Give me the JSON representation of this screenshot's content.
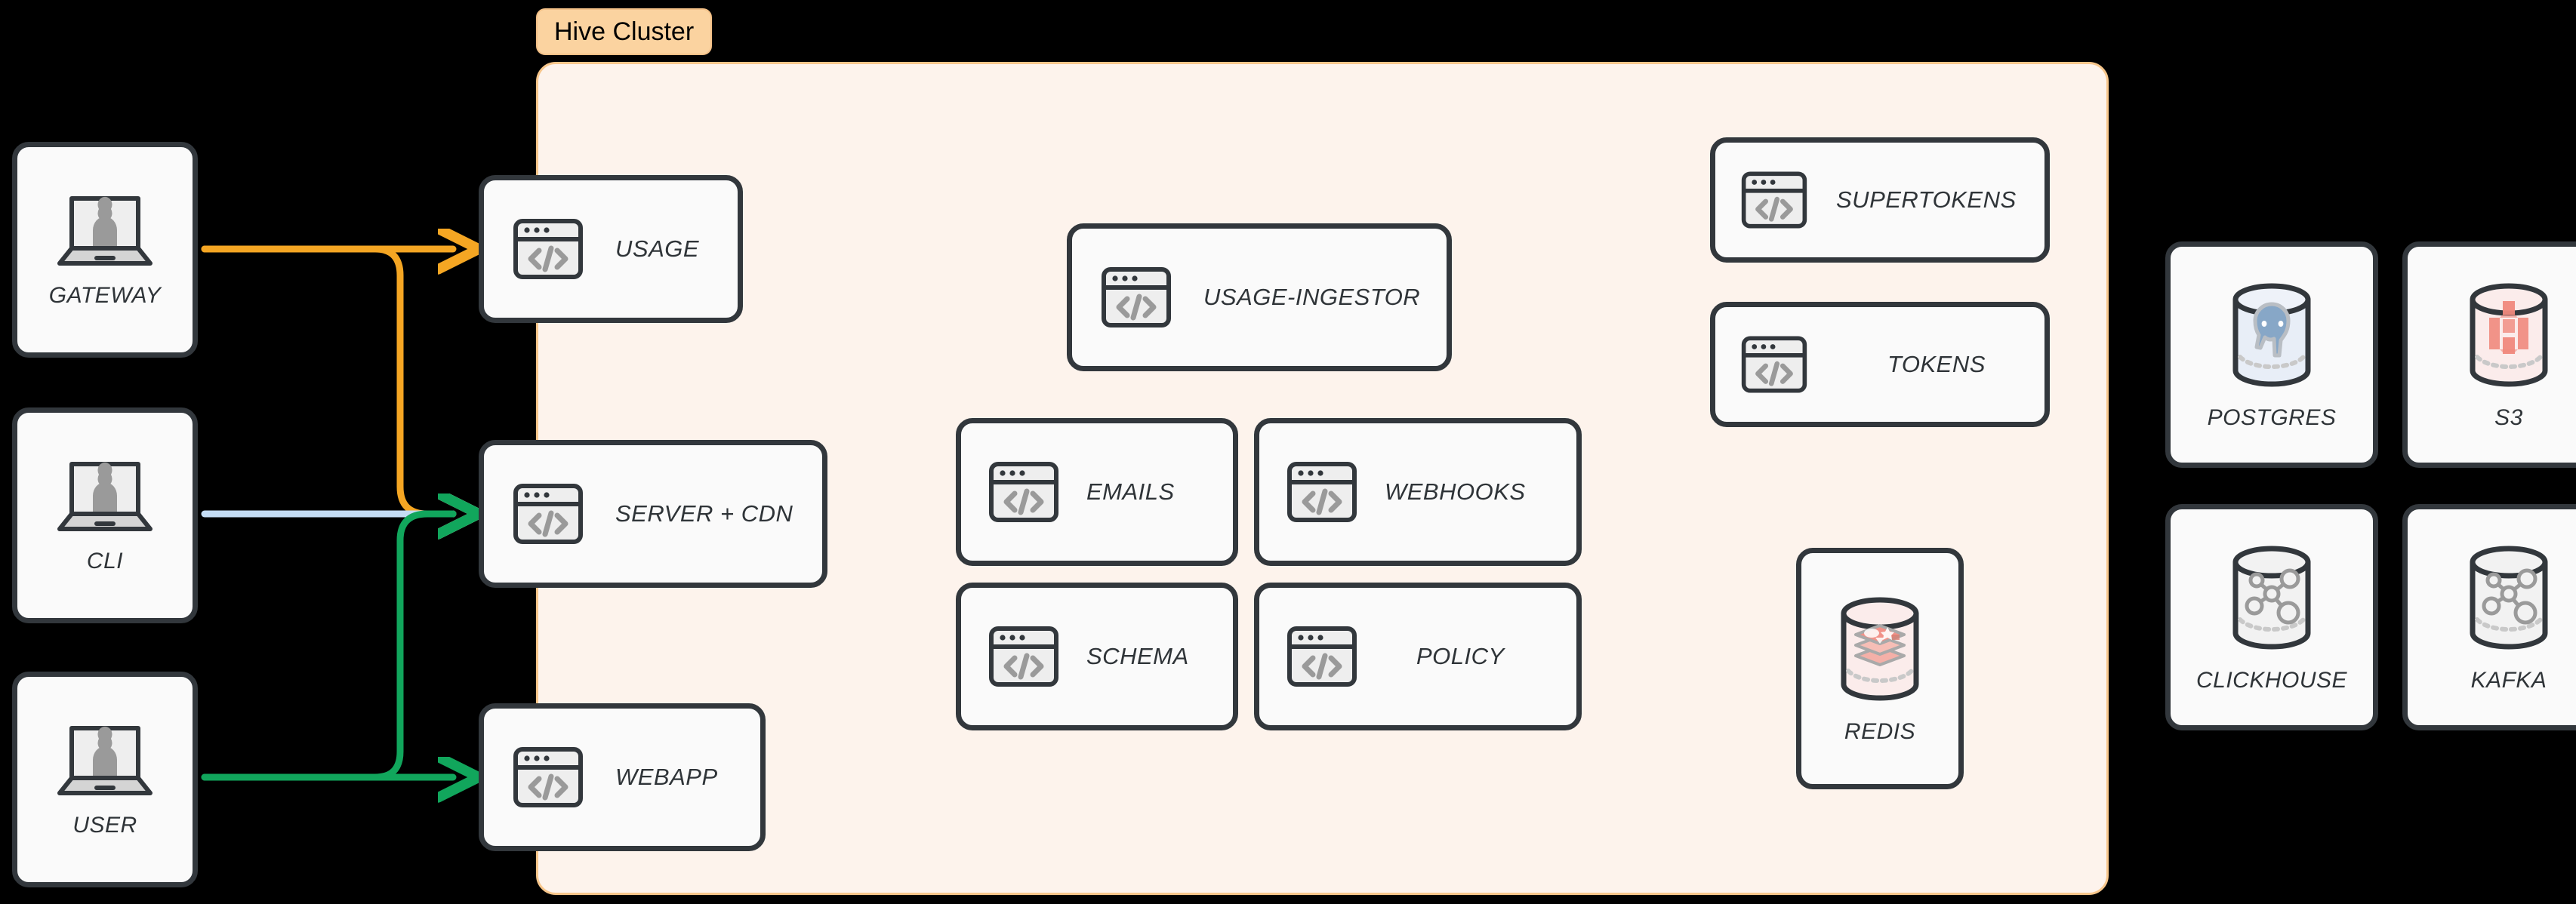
{
  "diagram": {
    "background_color": "#000000",
    "cluster": {
      "label": "Hive Cluster",
      "badge_bg": "#fbd3a0",
      "panel_bg": "#fdf3ec",
      "panel_border": "#f7c68b"
    },
    "clients": [
      {
        "id": "gateway",
        "label": "GATEWAY",
        "icon": "laptop-person-icon"
      },
      {
        "id": "cli",
        "label": "CLI",
        "icon": "laptop-person-icon"
      },
      {
        "id": "user",
        "label": "USER",
        "icon": "laptop-person-icon"
      }
    ],
    "edge_services": [
      {
        "id": "usage",
        "label": "USAGE",
        "icon": "code-window-icon"
      },
      {
        "id": "server-cdn",
        "label": "SERVER + CDN",
        "icon": "code-window-icon"
      },
      {
        "id": "webapp",
        "label": "WEBAPP",
        "icon": "code-window-icon"
      }
    ],
    "core_services": [
      {
        "id": "usage-ingestor",
        "label": "USAGE-INGESTOR",
        "icon": "code-window-icon"
      },
      {
        "id": "emails",
        "label": "EMAILS",
        "icon": "code-window-icon"
      },
      {
        "id": "webhooks",
        "label": "WEBHOOKS",
        "icon": "code-window-icon"
      },
      {
        "id": "schema",
        "label": "SCHEMA",
        "icon": "code-window-icon"
      },
      {
        "id": "policy",
        "label": "POLICY",
        "icon": "code-window-icon"
      }
    ],
    "auth_services": [
      {
        "id": "supertokens",
        "label": "SUPERTOKENS",
        "icon": "code-window-icon"
      },
      {
        "id": "tokens",
        "label": "TOKENS",
        "icon": "code-window-icon"
      }
    ],
    "in_cluster_datastores": [
      {
        "id": "redis",
        "label": "REDIS",
        "icon": "redis-cylinder-icon",
        "accent": "#f0a6a0"
      }
    ],
    "external_datastores": [
      {
        "id": "postgres",
        "label": "POSTGRES",
        "icon": "postgres-cylinder-icon",
        "accent": "#7f9dc0"
      },
      {
        "id": "s3",
        "label": "S3",
        "icon": "s3-cylinder-icon",
        "accent": "#ef8f85"
      },
      {
        "id": "clickhouse",
        "label": "CLICKHOUSE",
        "icon": "network-cylinder-icon",
        "accent": "#9a9a9a"
      },
      {
        "id": "kafka",
        "label": "KAFKA",
        "icon": "network-cylinder-icon",
        "accent": "#9a9a9a"
      }
    ],
    "connections": [
      {
        "id": "gateway-to-usage",
        "from": "GATEWAY",
        "to": "USAGE",
        "color": "#f5a623"
      },
      {
        "id": "gateway-to-server-cdn",
        "from": "GATEWAY",
        "to": "SERVER + CDN",
        "color": "#f5a623"
      },
      {
        "id": "cli-to-server-cdn",
        "from": "CLI",
        "to": "SERVER + CDN",
        "color": "#c5ddf5"
      },
      {
        "id": "user-to-server-cdn",
        "from": "USER",
        "to": "SERVER + CDN",
        "color": "#11a65c"
      },
      {
        "id": "user-to-webapp",
        "from": "USER",
        "to": "WEBAPP",
        "color": "#11a65c"
      }
    ],
    "colors": {
      "node_fill": "#fafafa",
      "node_stroke": "#32373c",
      "icon_fill": "#eeeeee",
      "icon_glyph": "#9a9a9a",
      "label_text": "#2f3438"
    }
  }
}
